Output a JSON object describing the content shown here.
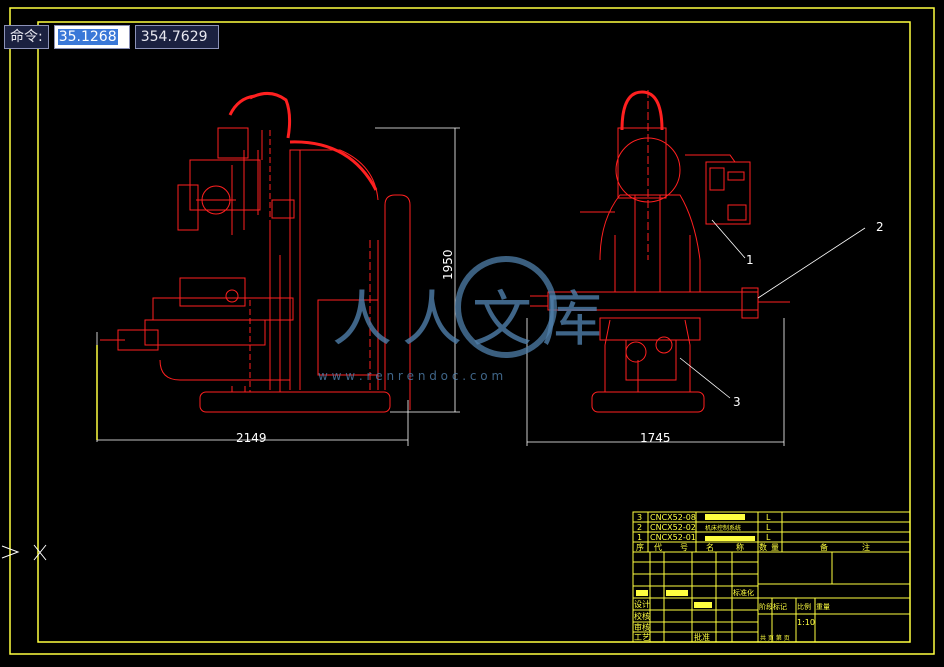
{
  "command": {
    "label": "命令:",
    "x_value": "35.1268",
    "y_value": "354.7629"
  },
  "drawing": {
    "dims": {
      "left_width": "2149",
      "left_height": "1950",
      "right_width": "1745"
    },
    "callouts": [
      "1",
      "2",
      "3"
    ],
    "watermark": {
      "chars": "人人文库",
      "url": "w w w . r e n r e n d o c . c o m"
    }
  },
  "title_block": {
    "parts": [
      {
        "no": "3",
        "code": "CNCX52-08",
        "mat": "L"
      },
      {
        "no": "2",
        "code": "CNCX52-02",
        "name": "机床控制系统",
        "mat": "L"
      },
      {
        "no": "1",
        "code": "CNCX52-01",
        "mat": "L"
      }
    ],
    "header": [
      "序",
      "代",
      "号",
      "名",
      "称",
      "数",
      "量",
      "备",
      "注"
    ],
    "left_labels": [
      "设计",
      "校核",
      "审核",
      "工艺"
    ],
    "sign_labels": [
      "标准化",
      "批准"
    ],
    "stage_labels": [
      "阶段标记",
      "比例",
      "重量"
    ],
    "scale": "1:10",
    "sheet": "共  页 第  页"
  },
  "colors": {
    "drawing_red": "#ff2020",
    "frame_yellow": "#ffff40",
    "leader_white": "#ffffff",
    "watermark_blue": "#4f7faa"
  },
  "icons": [
    "ucs-icon"
  ]
}
